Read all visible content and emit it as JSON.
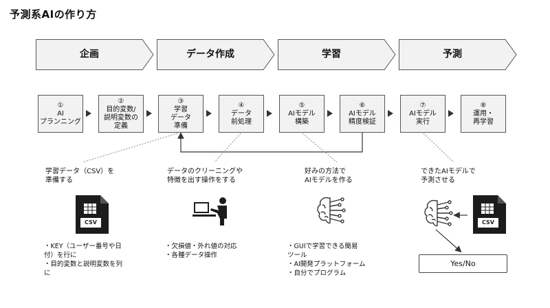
{
  "title": "予測系AIの作り方",
  "phases": [
    {
      "label": "企画"
    },
    {
      "label": "データ作成"
    },
    {
      "label": "学習"
    },
    {
      "label": "予測"
    }
  ],
  "steps": [
    {
      "label": "①\nAI\nプランニング"
    },
    {
      "label": "②\n目的変数/\n説明変数の\n定義"
    },
    {
      "label": "③\n学習\nデータ\n準備"
    },
    {
      "label": "④\nデータ\n前処理"
    },
    {
      "label": "⑤\nAIモデル\n構築"
    },
    {
      "label": "⑥\nAIモデル\n精度検証"
    },
    {
      "label": "⑦\nAIモデル\n実行"
    },
    {
      "label": "⑧\n運用・\n再学習"
    }
  ],
  "descriptions": {
    "prep": "学習データ（CSV）を\n準備する",
    "cleaning": "データのクリーニングや\n特徴を出す操作をする",
    "build": "好みの方法で\nAIモデルを作る",
    "predict": "できたAIモデルで\n予測させる"
  },
  "notes": {
    "prep": "・KEY（ユーザー番号や日\n付）を行に\n・目的変数と説明変数を列\nに",
    "cleaning": "・欠損値・外れ値の対応\n・各種データ操作",
    "build": "・GUIで学習できる簡易\nツール\n・AI開発プラットフォーム\n・自分でプログラム"
  },
  "csv_label": "CSV",
  "result_label": "Yes/No",
  "icons": [
    "csv-file-icon",
    "person-at-computer-icon",
    "brain-circuit-icon",
    "brain-circuit-icon",
    "csv-file-icon"
  ],
  "colors": {
    "box_fill": "#f2f2f2",
    "border": "#555555",
    "dotted": "#888888",
    "icon": "#1a1a1a"
  }
}
